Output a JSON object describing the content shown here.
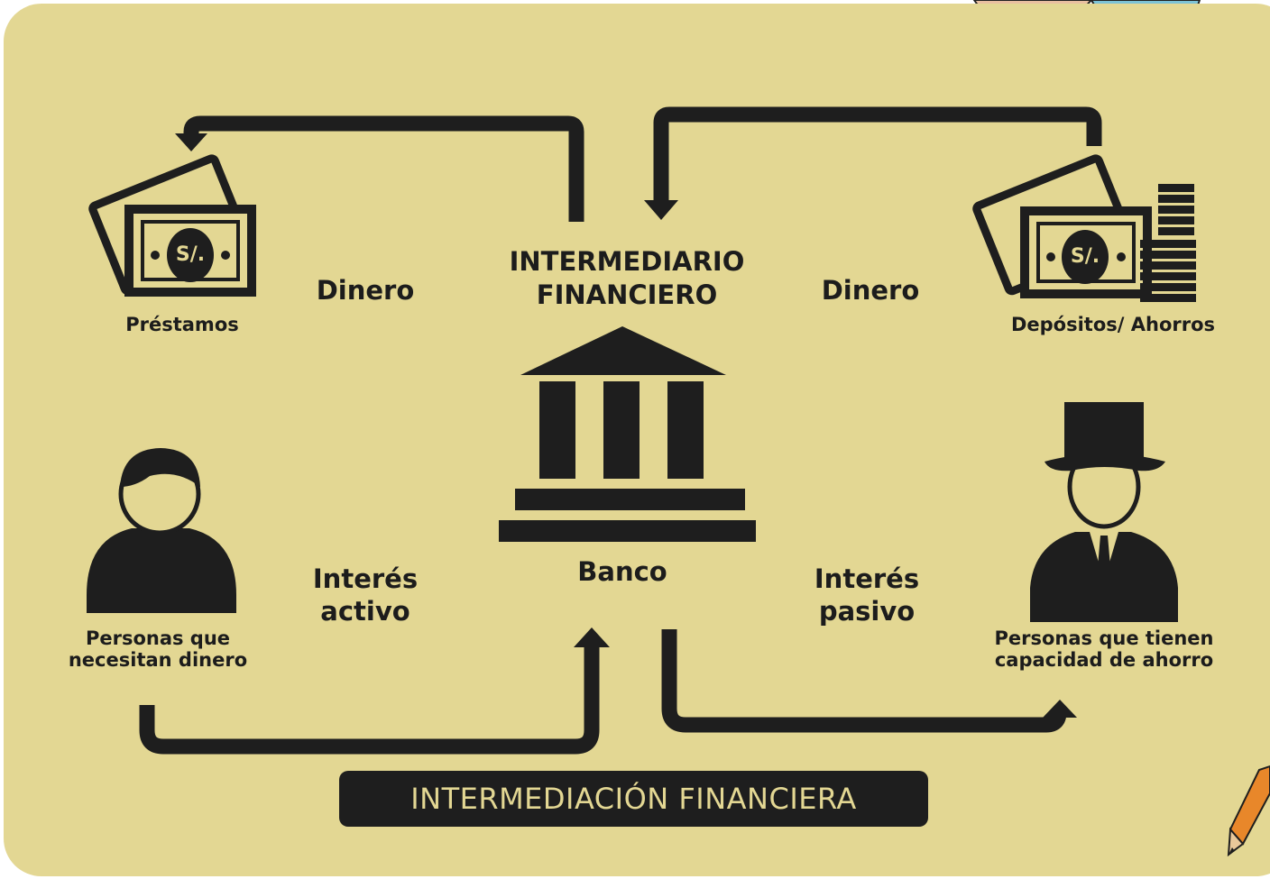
{
  "title": {
    "line1": "INTERMEDIARIO",
    "line2": "FINANCIERO"
  },
  "bank": {
    "label": "Banco"
  },
  "left": {
    "flow_top_label": "Dinero",
    "flow_bottom_label_line1": "Interés",
    "flow_bottom_label_line2": "activo",
    "money_label": "Préstamos",
    "person_label_line1": "Personas que",
    "person_label_line2": "necesitan dinero",
    "currency_symbol": "S/."
  },
  "right": {
    "flow_top_label": "Dinero",
    "flow_bottom_label_line1": "Interés",
    "flow_bottom_label_line2": "pasivo",
    "money_label": "Depósitos/ Ahorros",
    "person_label_line1": "Personas que tienen",
    "person_label_line2": "capacidad de ahorro",
    "currency_symbol": "S/."
  },
  "footer": {
    "label": "INTERMEDIACIÓN FINANCIERA"
  },
  "colors": {
    "background": "#e3d793",
    "ink": "#1e1e1e",
    "footer_text": "#e3d793"
  },
  "icons": [
    "bank-icon",
    "cash-icon",
    "cash-coins-icon",
    "person-icon",
    "rich-person-icon",
    "arrow-icon",
    "pencil-icon"
  ]
}
